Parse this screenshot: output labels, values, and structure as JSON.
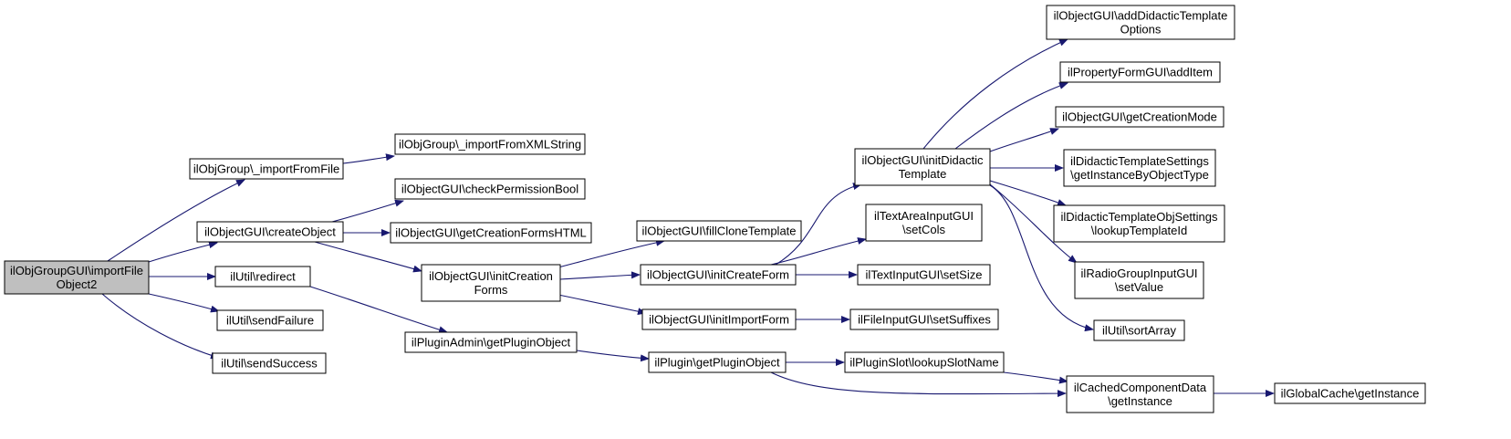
{
  "diagram": {
    "type": "call-graph",
    "colors": {
      "edge": "#191970",
      "node_border": "#000000",
      "root_fill": "#bfbfbf",
      "node_fill": "#ffffff"
    },
    "nodes": [
      {
        "id": "root",
        "lines": [
          "ilObjGroupGUI\\importFile",
          "Object2"
        ]
      },
      {
        "id": "importFromFile",
        "lines": [
          "ilObjGroup\\_importFromFile"
        ]
      },
      {
        "id": "createObject",
        "lines": [
          "ilObjectGUI\\createObject"
        ]
      },
      {
        "id": "redirect",
        "lines": [
          "ilUtil\\redirect"
        ]
      },
      {
        "id": "sendFailure",
        "lines": [
          "ilUtil\\sendFailure"
        ]
      },
      {
        "id": "sendSuccess",
        "lines": [
          "ilUtil\\sendSuccess"
        ]
      },
      {
        "id": "importFromXMLString",
        "lines": [
          "ilObjGroup\\_importFromXMLString"
        ]
      },
      {
        "id": "checkPermissionBool",
        "lines": [
          "ilObjectGUI\\checkPermissionBool"
        ]
      },
      {
        "id": "getCreationFormsHTML",
        "lines": [
          "ilObjectGUI\\getCreationFormsHTML"
        ]
      },
      {
        "id": "initCreationForms",
        "lines": [
          "ilObjectGUI\\initCreation",
          "Forms"
        ]
      },
      {
        "id": "getPluginObjectAdmin",
        "lines": [
          "ilPluginAdmin\\getPluginObject"
        ]
      },
      {
        "id": "fillCloneTemplate",
        "lines": [
          "ilObjectGUI\\fillCloneTemplate"
        ]
      },
      {
        "id": "initCreateForm",
        "lines": [
          "ilObjectGUI\\initCreateForm"
        ]
      },
      {
        "id": "initImportForm",
        "lines": [
          "ilObjectGUI\\initImportForm"
        ]
      },
      {
        "id": "getPluginObject",
        "lines": [
          "ilPlugin\\getPluginObject"
        ]
      },
      {
        "id": "initDidacticTemplate",
        "lines": [
          "ilObjectGUI\\initDidactic",
          "Template"
        ]
      },
      {
        "id": "setCols",
        "lines": [
          "ilTextAreaInputGUI",
          "\\setCols"
        ]
      },
      {
        "id": "setSize",
        "lines": [
          "ilTextInputGUI\\setSize"
        ]
      },
      {
        "id": "setSuffixes",
        "lines": [
          "ilFileInputGUI\\setSuffixes"
        ]
      },
      {
        "id": "lookupSlotName",
        "lines": [
          "ilPluginSlot\\lookupSlotName"
        ]
      },
      {
        "id": "addDidacticTemplateOptions",
        "lines": [
          "ilObjectGUI\\addDidacticTemplate",
          "Options"
        ]
      },
      {
        "id": "addItem",
        "lines": [
          "ilPropertyFormGUI\\addItem"
        ]
      },
      {
        "id": "getCreationMode",
        "lines": [
          "ilObjectGUI\\getCreationMode"
        ]
      },
      {
        "id": "getInstanceByObjectType",
        "lines": [
          "ilDidacticTemplateSettings",
          "\\getInstanceByObjectType"
        ]
      },
      {
        "id": "lookupTemplateId",
        "lines": [
          "ilDidacticTemplateObjSettings",
          "\\lookupTemplateId"
        ]
      },
      {
        "id": "setValue",
        "lines": [
          "ilRadioGroupInputGUI",
          "\\setValue"
        ]
      },
      {
        "id": "sortArray",
        "lines": [
          "ilUtil\\sortArray"
        ]
      },
      {
        "id": "cachedGetInstance",
        "lines": [
          "ilCachedComponentData",
          "\\getInstance"
        ]
      },
      {
        "id": "globalCacheGetInstance",
        "lines": [
          "ilGlobalCache\\getInstance"
        ]
      }
    ],
    "edges": [
      [
        "root",
        "importFromFile"
      ],
      [
        "root",
        "createObject"
      ],
      [
        "root",
        "redirect"
      ],
      [
        "root",
        "sendFailure"
      ],
      [
        "root",
        "sendSuccess"
      ],
      [
        "importFromFile",
        "importFromXMLString"
      ],
      [
        "createObject",
        "checkPermissionBool"
      ],
      [
        "createObject",
        "getCreationFormsHTML"
      ],
      [
        "createObject",
        "initCreationForms"
      ],
      [
        "redirect",
        "getPluginObjectAdmin"
      ],
      [
        "initCreationForms",
        "fillCloneTemplate"
      ],
      [
        "initCreationForms",
        "initCreateForm"
      ],
      [
        "initCreationForms",
        "initImportForm"
      ],
      [
        "getPluginObjectAdmin",
        "getPluginObject"
      ],
      [
        "initCreateForm",
        "initDidacticTemplate"
      ],
      [
        "initCreateForm",
        "setCols"
      ],
      [
        "initCreateForm",
        "setSize"
      ],
      [
        "initImportForm",
        "setSuffixes"
      ],
      [
        "getPluginObject",
        "lookupSlotName"
      ],
      [
        "getPluginObject",
        "cachedGetInstance"
      ],
      [
        "initDidacticTemplate",
        "addDidacticTemplateOptions"
      ],
      [
        "initDidacticTemplate",
        "addItem"
      ],
      [
        "initDidacticTemplate",
        "getCreationMode"
      ],
      [
        "initDidacticTemplate",
        "getInstanceByObjectType"
      ],
      [
        "initDidacticTemplate",
        "lookupTemplateId"
      ],
      [
        "initDidacticTemplate",
        "setValue"
      ],
      [
        "initDidacticTemplate",
        "sortArray"
      ],
      [
        "lookupSlotName",
        "cachedGetInstance"
      ],
      [
        "cachedGetInstance",
        "globalCacheGetInstance"
      ]
    ]
  }
}
